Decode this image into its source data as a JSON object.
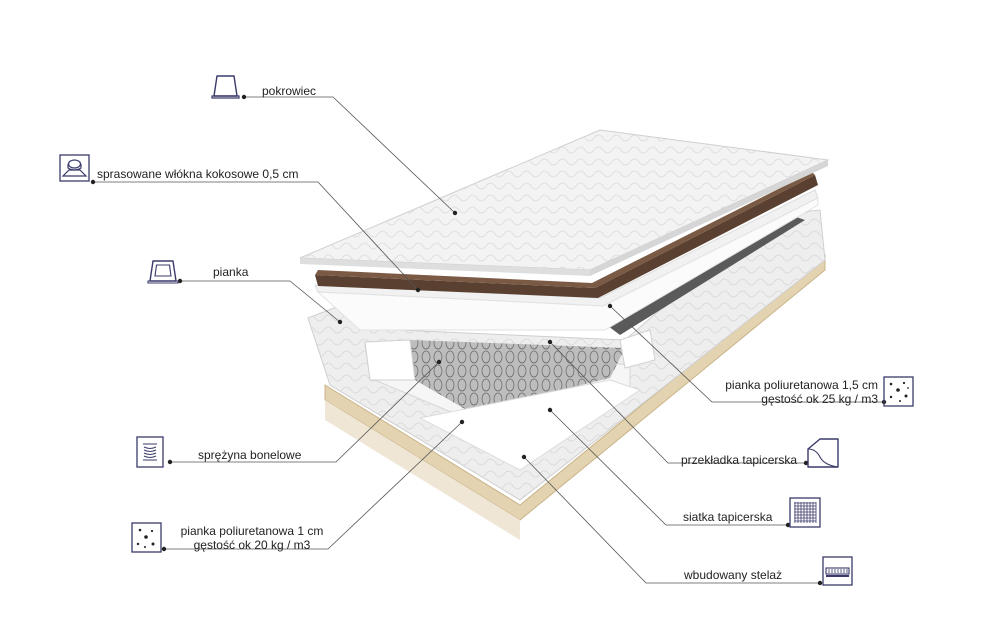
{
  "labels": {
    "cover": "pokrowiec",
    "coconut": "sprasowane włókna kokosowe 0,5 cm",
    "foam": "pianka",
    "pu_foam_top_line1": "pianka poliuretanowa 1,5 cm",
    "pu_foam_top_line2": "gęstość ok 25 kg / m3",
    "upholstery_insert": "przekładka tapicerska",
    "bonnell_spring": "sprężyna bonelowe",
    "upholstery_mesh": "siatka tapicerska",
    "pu_foam_bottom_line1": "pianka poliuretanowa 1 cm",
    "pu_foam_bottom_line2": "gęstość ok 20 kg / m3",
    "frame": "wbudowany stelaż"
  },
  "icons": {
    "cover": "mattress-cover-icon",
    "coconut": "coconut-fiber-icon",
    "foam": "foam-layer-icon",
    "pu_foam_top": "foam-density-icon",
    "upholstery_insert": "insert-sheet-icon",
    "bonnell_spring": "spring-icon",
    "upholstery_mesh": "mesh-grid-icon",
    "pu_foam_bottom": "foam-density-icon",
    "frame": "frame-icon"
  },
  "colors": {
    "icon_stroke": "#3a3a6a",
    "leader_line": "#555555",
    "coconut_layer": "#5a4030",
    "wood_base": "#e4d3b0"
  }
}
